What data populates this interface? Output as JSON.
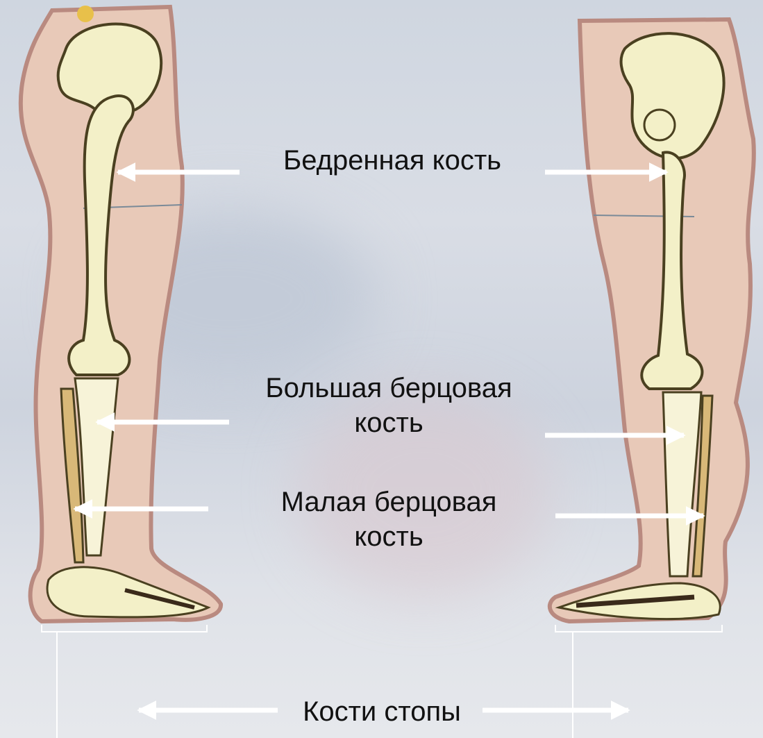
{
  "diagram": {
    "labels": {
      "femur": "Бедренная кость",
      "tibia_line1": "Большая берцовая",
      "tibia_line2": "кость",
      "fibula_line1": "Малая берцовая",
      "fibula_line2": "кость",
      "foot": "Кости стопы"
    },
    "colors": {
      "skin": "#e8c9b8",
      "skin_outline": "#b98a80",
      "bone": "#f3f0c8",
      "bone_outline": "#4a4020",
      "arrow": "#ffffff",
      "text": "#111111"
    }
  }
}
